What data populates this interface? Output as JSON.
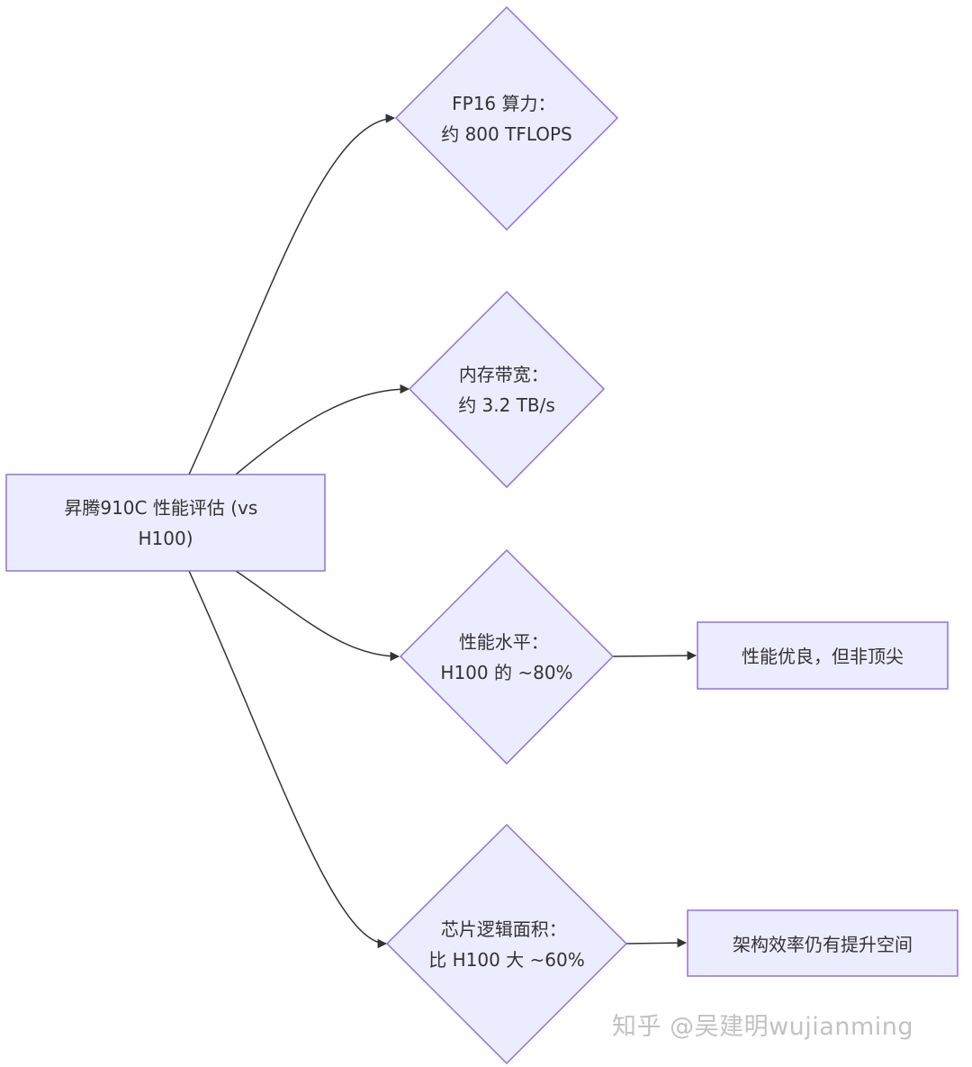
{
  "colors": {
    "node_fill": "#ECECFF",
    "node_stroke": "#9370DB",
    "edge": "#333333",
    "text": "#333333"
  },
  "root": {
    "line1": "昇腾910C 性能评估 (vs",
    "line2": "H100)"
  },
  "metrics": [
    {
      "line1": "FP16 算力：",
      "line2": "约 800 TFLOPS"
    },
    {
      "line1": "内存带宽：",
      "line2": "约 3.2 TB/s"
    },
    {
      "line1": "性能水平：",
      "line2": "H100 的 ~80%"
    },
    {
      "line1": "芯片逻辑面积：",
      "line2": "比 H100 大 ~60%"
    }
  ],
  "conclusions": [
    {
      "text": "性能优良，但非顶尖"
    },
    {
      "text": "架构效率仍有提升空间"
    }
  ],
  "watermark": "知乎 @吴建明wujianming"
}
